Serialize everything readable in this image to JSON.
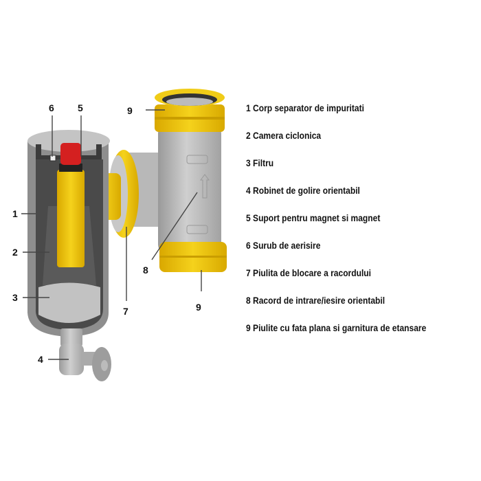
{
  "callouts": {
    "c1": "1",
    "c2": "2",
    "c3": "3",
    "c4": "4",
    "c5": "5",
    "c6": "6",
    "c7": "7",
    "c8": "8",
    "c9_top": "9",
    "c9_bottom": "9"
  },
  "legend": [
    "1 Corp separator de impuritati",
    "2 Camera ciclonica",
    "3 Filtru",
    "4 Robinet de golire orientabil",
    "5 Suport pentru magnet si magnet",
    "6 Surub de aerisire",
    "7 Piulita de blocare a racordului",
    "8 Racord de intrare/iesire orientabil",
    "9 Piulite cu fata plana si garnitura de etansare"
  ],
  "colors": {
    "yellow": "#e8bf12",
    "gray": "#b4b4b4",
    "dark": "#505050",
    "red": "#d42020"
  }
}
